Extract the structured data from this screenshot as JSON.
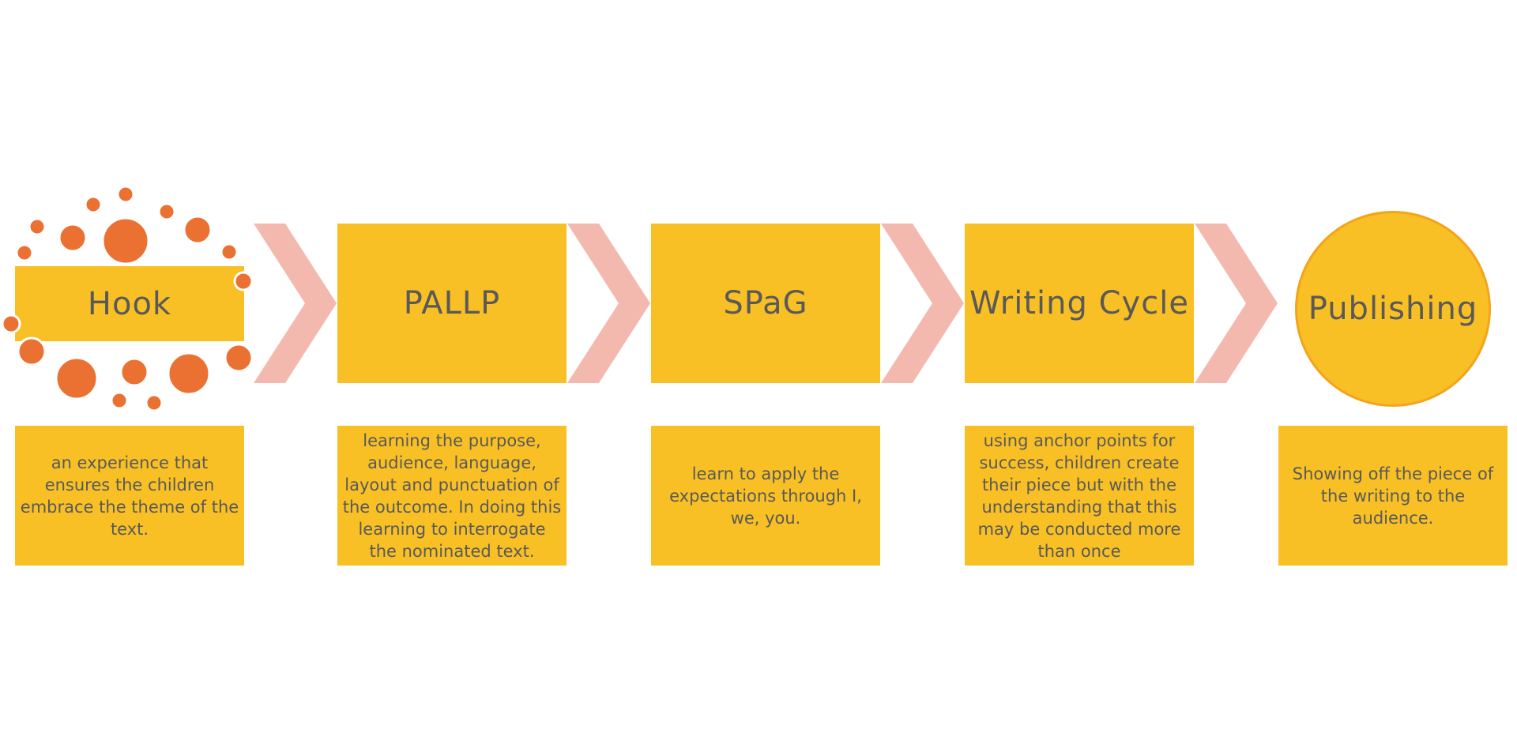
{
  "steps": [
    {
      "title": "Hook",
      "description": "an experience that ensures the children embrace the theme of the text."
    },
    {
      "title": "PALLP",
      "description": "learning the purpose, audience, language, layout and punctuation of the outcome. In doing this learning to interrogate the nominated text."
    },
    {
      "title": "SPaG",
      "description": "learn to apply the expectations through I, we, you."
    },
    {
      "title": "Writing Cycle",
      "description": "using anchor points for success, children create their piece but with the understanding that this may be conducted more than once"
    },
    {
      "title": "Publishing",
      "description": "Showing off the piece of the writing to the audience."
    }
  ],
  "colors": {
    "box": "#f8c025",
    "chevron": "#f4b9ae",
    "dots": "#eb7132",
    "circle_border": "#f5a31a",
    "text": "#595959"
  }
}
